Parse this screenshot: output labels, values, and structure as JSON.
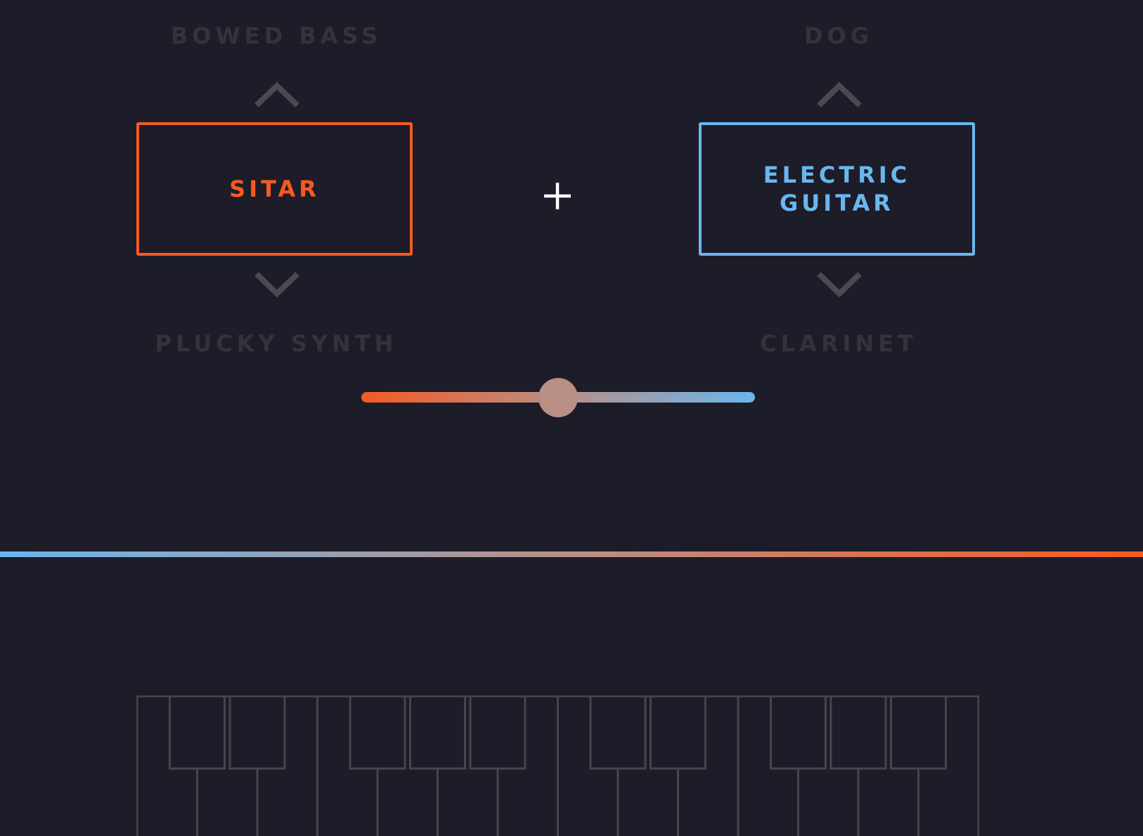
{
  "colors": {
    "background": "#1d1c29",
    "left_accent": "#f65a22",
    "right_accent": "#69b7ee",
    "muted_text": "#33333d",
    "chevron": "#4a4a54",
    "key_outline": "#45454d",
    "slider_knob": "#b98f86",
    "plus_sign": "#ffffff"
  },
  "left_instrument": {
    "previous": "BOWED BASS",
    "current": "SITAR",
    "next": "PLUCKY SYNTH",
    "up_icon": "chevron-up-icon",
    "down_icon": "chevron-down-icon"
  },
  "right_instrument": {
    "previous": "DOG",
    "current": "ELECTRIC\nGUITAR",
    "next": "CLARINET",
    "up_icon": "chevron-up-icon",
    "down_icon": "chevron-down-icon"
  },
  "combine_icon": "plus-icon",
  "mix_slider": {
    "value": 0.5
  },
  "keyboard": {
    "white_keys": 14,
    "black_keys": 10
  }
}
